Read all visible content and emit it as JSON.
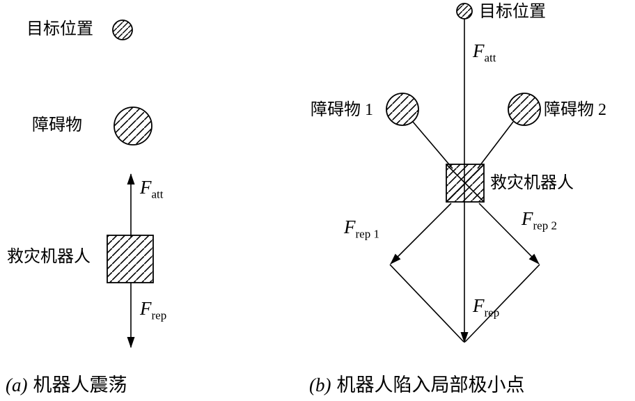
{
  "figure_a": {
    "caption_prefix": "(a)",
    "caption_text": "机器人震荡",
    "target_label": "目标位置",
    "obstacle_label": "障碍物",
    "robot_label": "救灾机器人",
    "f_att_symbol": "F",
    "f_att_sub": "att",
    "f_rep_symbol": "F",
    "f_rep_sub": "rep"
  },
  "figure_b": {
    "caption_prefix": "(b)",
    "caption_text": "机器人陷入局部极小点",
    "target_label": "目标位置",
    "obstacle1_label": "障碍物 1",
    "obstacle2_label": "障碍物 2",
    "robot_label": "救灾机器人",
    "f_att_symbol": "F",
    "f_att_sub": "att",
    "f_rep1_symbol": "F",
    "f_rep1_sub": "rep 1",
    "f_rep2_symbol": "F",
    "f_rep2_sub": "rep 2",
    "f_rep_symbol": "F",
    "f_rep_sub": "rep"
  },
  "colors": {
    "stroke": "#000000",
    "background": "#ffffff"
  }
}
